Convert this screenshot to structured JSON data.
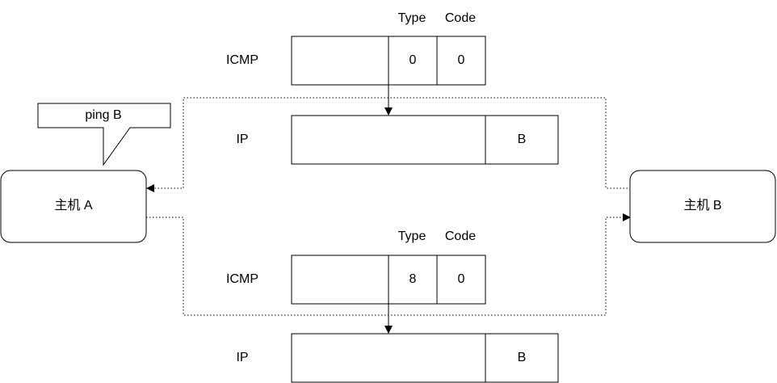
{
  "top_flow": {
    "icmp": {
      "label": "ICMP",
      "type_header": "Type",
      "code_header": "Code",
      "type_value": "0",
      "code_value": "0"
    },
    "ip": {
      "label": "IP",
      "dest": "B"
    }
  },
  "bottom_flow": {
    "icmp": {
      "label": "ICMP",
      "type_header": "Type",
      "code_header": "Code",
      "type_value": "8",
      "code_value": "0"
    },
    "ip": {
      "label": "IP",
      "dest": "B"
    }
  },
  "host_a": {
    "label": "主机 A"
  },
  "host_b": {
    "label": "主机 B"
  },
  "callout": {
    "text": "ping B"
  }
}
